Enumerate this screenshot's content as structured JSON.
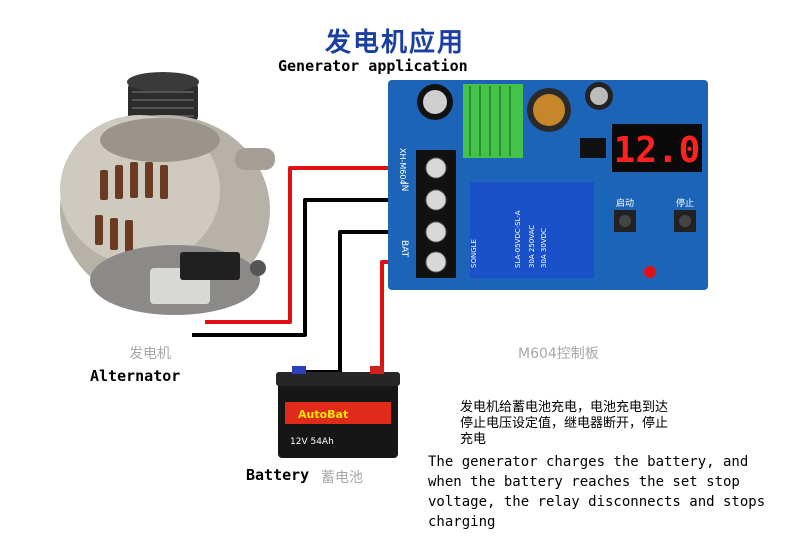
{
  "title_cn": "发电机应用",
  "title_en": "Generator application",
  "alternator": {
    "label_cn": "发电机",
    "label_en": "Alternator"
  },
  "battery": {
    "label_en": "Battery",
    "label_cn": "蓄电池",
    "brand": "AutoBat",
    "spec": "12V 54Ah"
  },
  "board": {
    "label": "M604控制板",
    "display": "12.0",
    "silk": "XH-M604",
    "button_start": "启动",
    "button_stop": "停止",
    "relay_brand": "SONGLE",
    "relay_model": "SLA-05VDC-SL-A",
    "relay_ratings": [
      "30A 250VAC",
      "30A 30VDC"
    ],
    "terminal_in": "IN",
    "terminal_bat": "BAT"
  },
  "description_cn": [
    "发电机给蓄电池充电，电池充电到达",
    "停止电压设定值，继电器断开，停止",
    "充电"
  ],
  "description_en": [
    "The generator charges the battery, and",
    "when the battery reaches the set stop",
    "voltage, the relay disconnects and stops",
    "charging"
  ],
  "colors": {
    "title": "#1a3fa0",
    "board": "#1c64b8",
    "wire_red": "#e01010",
    "wire_black": "#000000",
    "display_digits": "#ff2020"
  }
}
